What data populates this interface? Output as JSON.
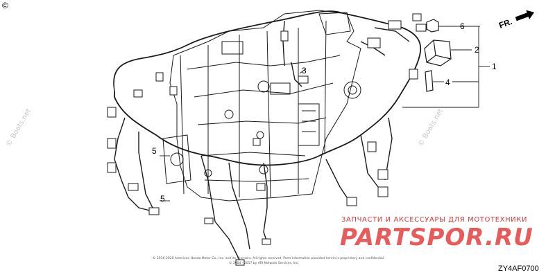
{
  "corner_symbol": "©",
  "direction_label": "FR.",
  "callouts": [
    "1",
    "2",
    "3",
    "4",
    "5",
    "5",
    "6"
  ],
  "watermark_left": "© Boats.net",
  "watermark_right": "© Boats.net",
  "watermark_shop_tagline": "ЗАПЧАСТИ И АКСЕССУАРЫ ДЛЯ МОТОТЕХНИКИ",
  "watermark_shop_name": "PARTSPOR.RU",
  "copyright_line_1": "© 2016-2020 American Honda Motor Co., Inc. and its licensors. All rights reserved. Parts information provided herein is proprietary and confidential.",
  "copyright_line_2": "© 2004 - 2017 by ARI Network Services, Inc.",
  "diagram_code": "ZY4AF0700",
  "colors": {
    "ink": "#1a1a1a",
    "watermark_red": "#e85b5b",
    "watermark_grey": "#c8c8c8"
  }
}
